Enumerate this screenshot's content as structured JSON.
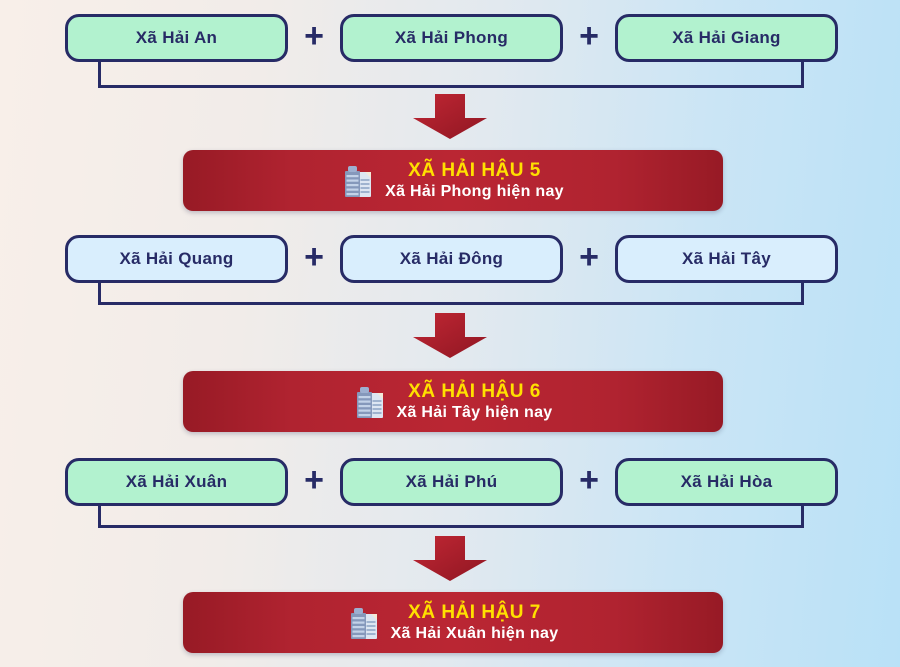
{
  "plus": "+",
  "groups": [
    {
      "sources": [
        "Xã Hải An",
        "Xã Hải Phong",
        "Xã Hải Giang"
      ],
      "result_title": "XÃ HẢI HẬU 5",
      "result_subtitle": "Xã Hải Phong hiện nay"
    },
    {
      "sources": [
        "Xã Hải Quang",
        "Xã Hải Đông",
        "Xã Hải Tây"
      ],
      "result_title": "XÃ HẢI HẬU 6",
      "result_subtitle": "Xã Hải Tây hiện nay"
    },
    {
      "sources": [
        "Xã Hải Xuân",
        "Xã Hải Phú",
        "Xã Hải Hòa"
      ],
      "result_title": "XÃ HẢI HẬU 7",
      "result_subtitle": "Xã Hải Xuân hiện nay"
    }
  ],
  "colors": {
    "source_box_green": "#b2f2cf",
    "source_box_blue": "#d9eefd",
    "outline_navy": "#272b66",
    "banner_red": "#b02330",
    "arrow_red": "#ab2130",
    "title_yellow": "#ffe000",
    "subtitle_white": "#ffffff"
  }
}
